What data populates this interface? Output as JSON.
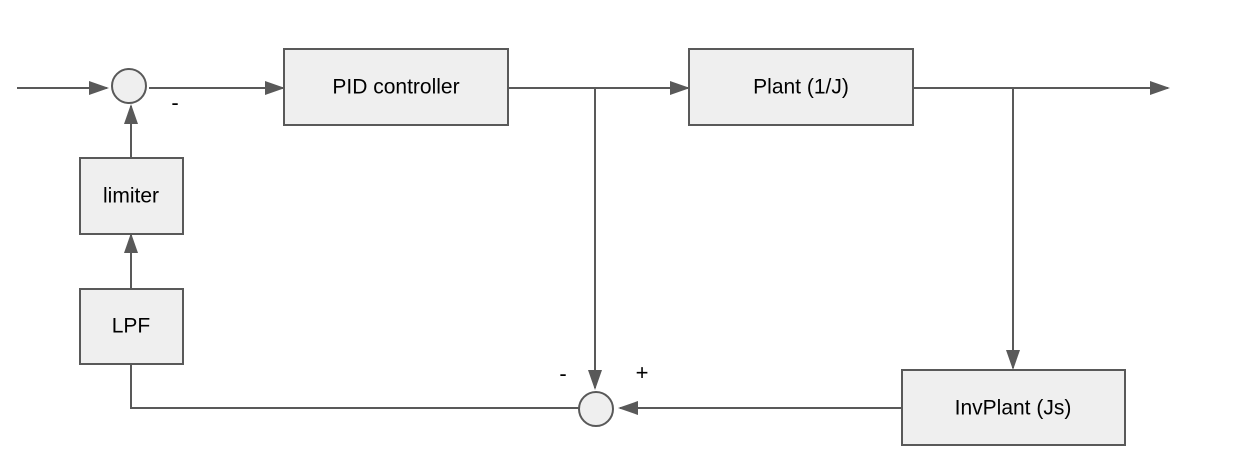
{
  "blocks": {
    "pid_controller": "PID controller",
    "plant": "Plant (1/J)",
    "inv_plant": "InvPlant (Js)",
    "limiter": "limiter",
    "lpf": "LPF"
  },
  "signs": {
    "top_sum_feedback": "-",
    "bottom_sum_left": "-",
    "bottom_sum_right": "+"
  },
  "colors": {
    "block_fill": "#efefef",
    "stroke": "#595959",
    "text": "#000000"
  }
}
